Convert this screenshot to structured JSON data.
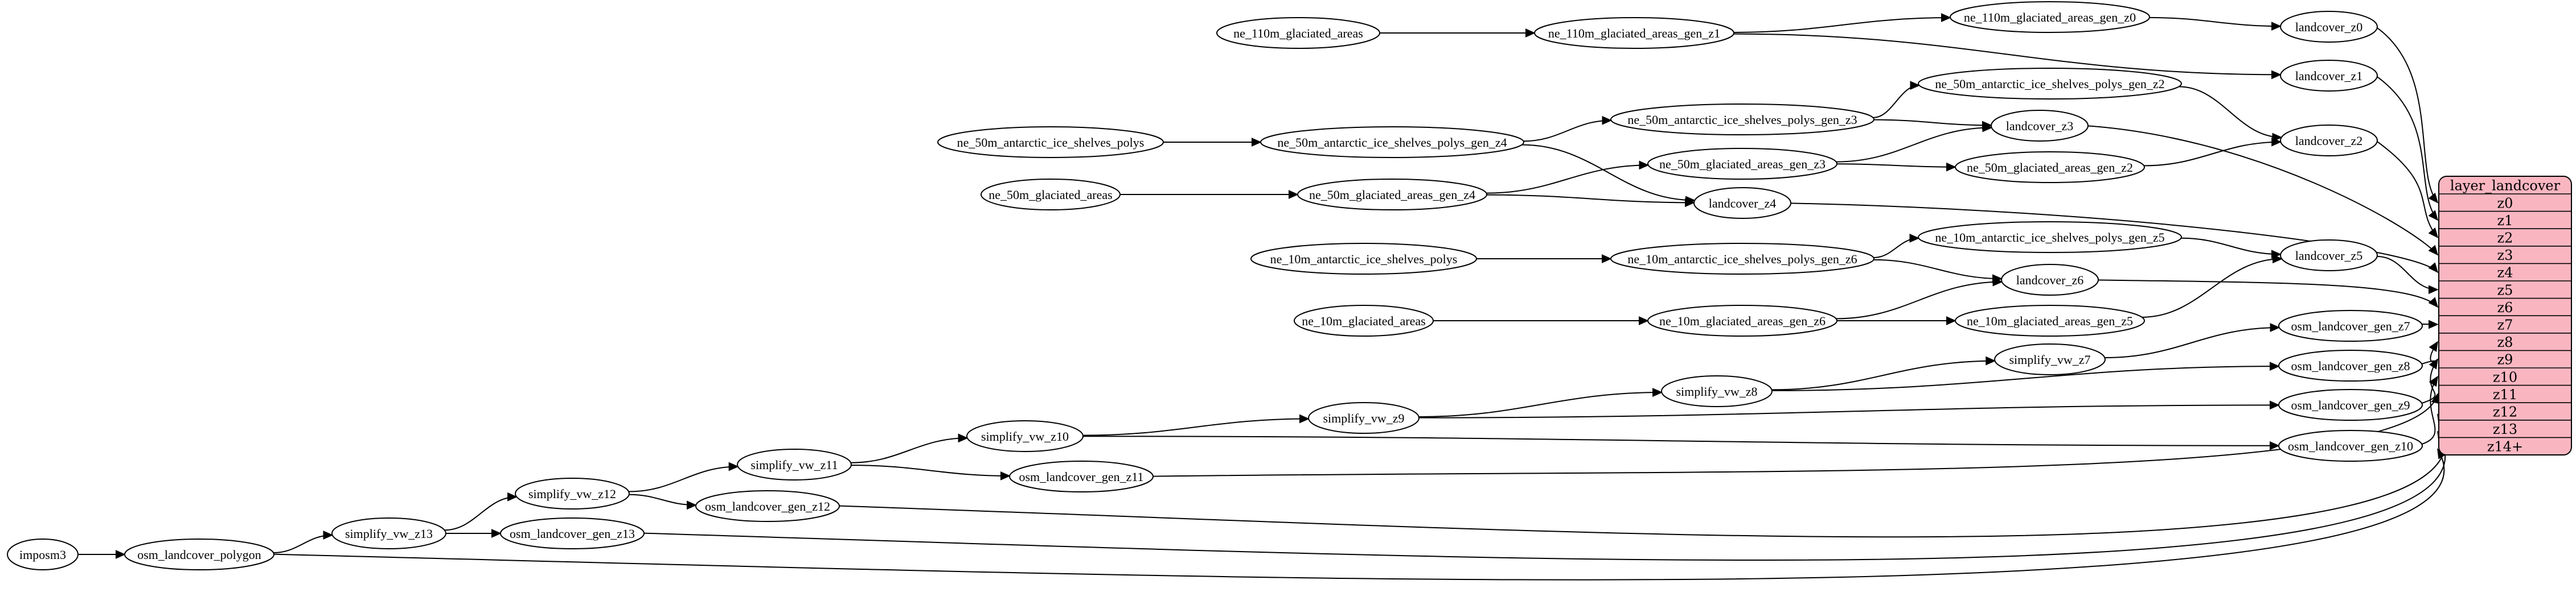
{
  "graph": {
    "colors": {
      "background": "#ffffff",
      "node_fill": "#ffffff",
      "node_stroke": "#000000",
      "edge": "#000000",
      "table_fill": "#f9b6c1",
      "table_stroke": "#000000",
      "text": "#000000"
    },
    "nodes": [
      {
        "id": "imposm3",
        "label": "imposm3"
      },
      {
        "id": "osm_landcover_polygon",
        "label": "osm_landcover_polygon"
      },
      {
        "id": "simplify_vw_z13",
        "label": "simplify_vw_z13"
      },
      {
        "id": "osm_landcover_gen_z13",
        "label": "osm_landcover_gen_z13"
      },
      {
        "id": "simplify_vw_z12",
        "label": "simplify_vw_z12"
      },
      {
        "id": "osm_landcover_gen_z12",
        "label": "osm_landcover_gen_z12"
      },
      {
        "id": "simplify_vw_z11",
        "label": "simplify_vw_z11"
      },
      {
        "id": "osm_landcover_gen_z11",
        "label": "osm_landcover_gen_z11"
      },
      {
        "id": "simplify_vw_z10",
        "label": "simplify_vw_z10"
      },
      {
        "id": "simplify_vw_z9",
        "label": "simplify_vw_z9"
      },
      {
        "id": "simplify_vw_z8",
        "label": "simplify_vw_z8"
      },
      {
        "id": "simplify_vw_z7",
        "label": "simplify_vw_z7"
      },
      {
        "id": "osm_landcover_gen_z7",
        "label": "osm_landcover_gen_z7"
      },
      {
        "id": "osm_landcover_gen_z8",
        "label": "osm_landcover_gen_z8"
      },
      {
        "id": "osm_landcover_gen_z9",
        "label": "osm_landcover_gen_z9"
      },
      {
        "id": "osm_landcover_gen_z10",
        "label": "osm_landcover_gen_z10"
      },
      {
        "id": "ne_110m_glaciated_areas",
        "label": "ne_110m_glaciated_areas"
      },
      {
        "id": "ne_110m_glaciated_areas_gen_z1",
        "label": "ne_110m_glaciated_areas_gen_z1"
      },
      {
        "id": "ne_110m_glaciated_areas_gen_z0",
        "label": "ne_110m_glaciated_areas_gen_z0"
      },
      {
        "id": "landcover_z0",
        "label": "landcover_z0"
      },
      {
        "id": "landcover_z1",
        "label": "landcover_z1"
      },
      {
        "id": "ne_50m_antarctic_ice_shelves_polys_gen_z2",
        "label": "ne_50m_antarctic_ice_shelves_polys_gen_z2"
      },
      {
        "id": "ne_50m_antarctic_ice_shelves_polys_gen_z3",
        "label": "ne_50m_antarctic_ice_shelves_polys_gen_z3"
      },
      {
        "id": "landcover_z3",
        "label": "landcover_z3"
      },
      {
        "id": "landcover_z2",
        "label": "landcover_z2"
      },
      {
        "id": "ne_50m_antarctic_ice_shelves_polys",
        "label": "ne_50m_antarctic_ice_shelves_polys"
      },
      {
        "id": "ne_50m_antarctic_ice_shelves_polys_gen_z4",
        "label": "ne_50m_antarctic_ice_shelves_polys_gen_z4"
      },
      {
        "id": "ne_50m_glaciated_areas_gen_z3",
        "label": "ne_50m_glaciated_areas_gen_z3"
      },
      {
        "id": "ne_50m_glaciated_areas_gen_z2",
        "label": "ne_50m_glaciated_areas_gen_z2"
      },
      {
        "id": "ne_50m_glaciated_areas",
        "label": "ne_50m_glaciated_areas"
      },
      {
        "id": "ne_50m_glaciated_areas_gen_z4",
        "label": "ne_50m_glaciated_areas_gen_z4"
      },
      {
        "id": "landcover_z4",
        "label": "landcover_z4"
      },
      {
        "id": "ne_10m_antarctic_ice_shelves_polys_gen_z5",
        "label": "ne_10m_antarctic_ice_shelves_polys_gen_z5"
      },
      {
        "id": "landcover_z5",
        "label": "landcover_z5"
      },
      {
        "id": "ne_10m_antarctic_ice_shelves_polys",
        "label": "ne_10m_antarctic_ice_shelves_polys"
      },
      {
        "id": "ne_10m_antarctic_ice_shelves_polys_gen_z6",
        "label": "ne_10m_antarctic_ice_shelves_polys_gen_z6"
      },
      {
        "id": "landcover_z6",
        "label": "landcover_z6"
      },
      {
        "id": "ne_10m_glaciated_areas",
        "label": "ne_10m_glaciated_areas"
      },
      {
        "id": "ne_10m_glaciated_areas_gen_z6",
        "label": "ne_10m_glaciated_areas_gen_z6"
      },
      {
        "id": "ne_10m_glaciated_areas_gen_z5",
        "label": "ne_10m_glaciated_areas_gen_z5"
      }
    ],
    "edges": [
      [
        "imposm3",
        "osm_landcover_polygon"
      ],
      [
        "osm_landcover_polygon",
        "simplify_vw_z13"
      ],
      [
        "osm_landcover_polygon",
        "row:z14+"
      ],
      [
        "simplify_vw_z13",
        "simplify_vw_z12"
      ],
      [
        "simplify_vw_z13",
        "osm_landcover_gen_z13"
      ],
      [
        "osm_landcover_gen_z13",
        "row:z13"
      ],
      [
        "simplify_vw_z12",
        "simplify_vw_z11"
      ],
      [
        "simplify_vw_z12",
        "osm_landcover_gen_z12"
      ],
      [
        "osm_landcover_gen_z12",
        "row:z12"
      ],
      [
        "simplify_vw_z11",
        "simplify_vw_z10"
      ],
      [
        "simplify_vw_z11",
        "osm_landcover_gen_z11"
      ],
      [
        "osm_landcover_gen_z11",
        "row:z11"
      ],
      [
        "simplify_vw_z10",
        "simplify_vw_z9"
      ],
      [
        "simplify_vw_z10",
        "osm_landcover_gen_z10"
      ],
      [
        "osm_landcover_gen_z10",
        "row:z10"
      ],
      [
        "simplify_vw_z9",
        "simplify_vw_z8"
      ],
      [
        "simplify_vw_z9",
        "osm_landcover_gen_z9"
      ],
      [
        "osm_landcover_gen_z9",
        "row:z9"
      ],
      [
        "simplify_vw_z8",
        "simplify_vw_z7"
      ],
      [
        "simplify_vw_z8",
        "osm_landcover_gen_z8"
      ],
      [
        "osm_landcover_gen_z8",
        "row:z8"
      ],
      [
        "simplify_vw_z7",
        "osm_landcover_gen_z7"
      ],
      [
        "osm_landcover_gen_z7",
        "row:z7"
      ],
      [
        "ne_110m_glaciated_areas",
        "ne_110m_glaciated_areas_gen_z1"
      ],
      [
        "ne_110m_glaciated_areas_gen_z1",
        "ne_110m_glaciated_areas_gen_z0"
      ],
      [
        "ne_110m_glaciated_areas_gen_z1",
        "landcover_z1"
      ],
      [
        "ne_110m_glaciated_areas_gen_z0",
        "landcover_z0"
      ],
      [
        "landcover_z0",
        "row:z0"
      ],
      [
        "landcover_z1",
        "row:z1"
      ],
      [
        "ne_50m_antarctic_ice_shelves_polys",
        "ne_50m_antarctic_ice_shelves_polys_gen_z4"
      ],
      [
        "ne_50m_antarctic_ice_shelves_polys_gen_z4",
        "ne_50m_antarctic_ice_shelves_polys_gen_z3"
      ],
      [
        "ne_50m_antarctic_ice_shelves_polys_gen_z4",
        "landcover_z4"
      ],
      [
        "ne_50m_antarctic_ice_shelves_polys_gen_z3",
        "ne_50m_antarctic_ice_shelves_polys_gen_z2"
      ],
      [
        "ne_50m_antarctic_ice_shelves_polys_gen_z3",
        "landcover_z3"
      ],
      [
        "ne_50m_antarctic_ice_shelves_polys_gen_z2",
        "landcover_z2"
      ],
      [
        "ne_50m_glaciated_areas",
        "ne_50m_glaciated_areas_gen_z4"
      ],
      [
        "ne_50m_glaciated_areas_gen_z4",
        "ne_50m_glaciated_areas_gen_z3"
      ],
      [
        "ne_50m_glaciated_areas_gen_z4",
        "landcover_z4"
      ],
      [
        "ne_50m_glaciated_areas_gen_z3",
        "ne_50m_glaciated_areas_gen_z2"
      ],
      [
        "ne_50m_glaciated_areas_gen_z3",
        "landcover_z3"
      ],
      [
        "ne_50m_glaciated_areas_gen_z2",
        "landcover_z2"
      ],
      [
        "landcover_z2",
        "row:z2"
      ],
      [
        "landcover_z3",
        "row:z3"
      ],
      [
        "landcover_z4",
        "row:z4"
      ],
      [
        "ne_10m_antarctic_ice_shelves_polys",
        "ne_10m_antarctic_ice_shelves_polys_gen_z6"
      ],
      [
        "ne_10m_antarctic_ice_shelves_polys_gen_z6",
        "ne_10m_antarctic_ice_shelves_polys_gen_z5"
      ],
      [
        "ne_10m_antarctic_ice_shelves_polys_gen_z6",
        "landcover_z6"
      ],
      [
        "ne_10m_antarctic_ice_shelves_polys_gen_z5",
        "landcover_z5"
      ],
      [
        "ne_10m_glaciated_areas",
        "ne_10m_glaciated_areas_gen_z6"
      ],
      [
        "ne_10m_glaciated_areas_gen_z6",
        "ne_10m_glaciated_areas_gen_z5"
      ],
      [
        "ne_10m_glaciated_areas_gen_z6",
        "landcover_z6"
      ],
      [
        "ne_10m_glaciated_areas_gen_z5",
        "landcover_z5"
      ],
      [
        "landcover_z5",
        "row:z5"
      ],
      [
        "landcover_z6",
        "row:z6"
      ]
    ],
    "table": {
      "title": "layer_landcover",
      "rows": [
        "z0",
        "z1",
        "z2",
        "z3",
        "z4",
        "z5",
        "z6",
        "z7",
        "z8",
        "z9",
        "z10",
        "z11",
        "z12",
        "z13",
        "z14+"
      ]
    }
  }
}
